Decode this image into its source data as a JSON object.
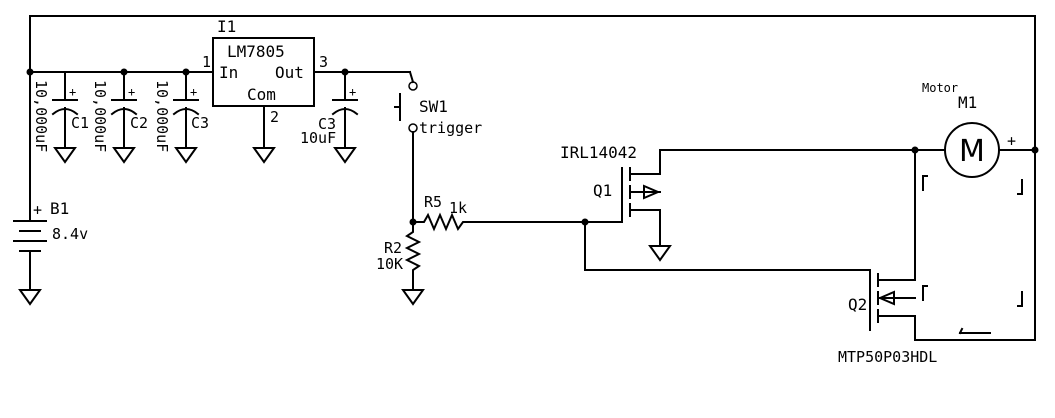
{
  "battery": {
    "ref": "B1",
    "value": "8.4v",
    "plus": "+"
  },
  "caps": [
    {
      "ref": "C1",
      "value": "10,000uF",
      "plus": "+"
    },
    {
      "ref": "C2",
      "value": "10,000uF",
      "plus": "+"
    },
    {
      "ref": "C3",
      "value": "10,000uF",
      "plus": "+"
    }
  ],
  "regulator": {
    "ref": "I1",
    "part": "LM7805",
    "pin_in": "In",
    "pin_out": "Out",
    "pin_com": "Com",
    "pin1": "1",
    "pin2": "2",
    "pin3": "3"
  },
  "out_cap": {
    "ref": "C3",
    "value": "10uF",
    "plus": "+"
  },
  "switch": {
    "ref": "SW1",
    "name": "trigger"
  },
  "r5": {
    "ref": "R5",
    "value": "1k"
  },
  "r2": {
    "ref": "R2",
    "value": "10K"
  },
  "q1": {
    "ref": "Q1",
    "part": "IRL14042"
  },
  "q2": {
    "ref": "Q2",
    "part": "MTP50P03HDL"
  },
  "motor": {
    "title": "Motor",
    "ref": "M1",
    "symbol": "M",
    "plus": "+"
  }
}
